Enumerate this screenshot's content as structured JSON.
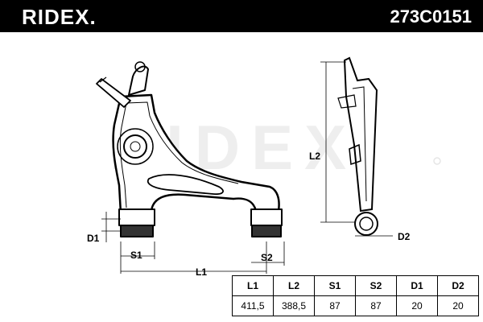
{
  "header": {
    "brand": "RIDEX.",
    "part_number": "273C0151"
  },
  "watermark": {
    "text": "RIDEX"
  },
  "dimensions": {
    "L1": "L1",
    "L2": "L2",
    "S1": "S1",
    "S2": "S2",
    "D1": "D1",
    "D2": "D2"
  },
  "spec_table": {
    "headers": [
      "L1",
      "L2",
      "S1",
      "S2",
      "D1",
      "D2"
    ],
    "values": [
      "411,5",
      "388,5",
      "87",
      "87",
      "20",
      "20"
    ]
  }
}
